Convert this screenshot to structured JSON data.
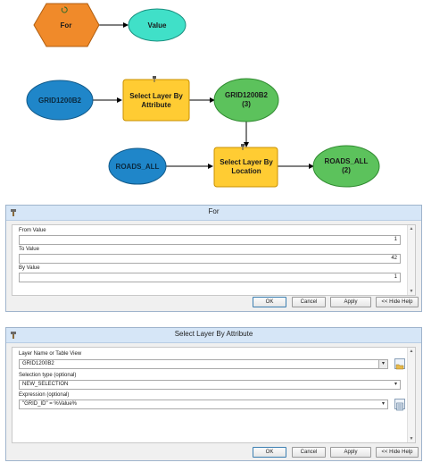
{
  "diagram": {
    "colors": {
      "tool_fill": "#FFCC33",
      "tool_stroke": "#C89000",
      "iterator_fill": "#F08A2A",
      "input_fill": "#1F86C9",
      "derived_fill": "#5CC25C",
      "value_fill": "#40E0C8",
      "connector": "#000000"
    },
    "nodes": {
      "for": {
        "label": "For"
      },
      "value": {
        "label": "Value"
      },
      "grid_input": {
        "label": "GRID1200B2"
      },
      "select_attr": {
        "line1": "Select Layer By",
        "line2": "Attribute"
      },
      "grid_output": {
        "line1": "GRID1200B2",
        "line2": "(3)"
      },
      "roads_input": {
        "label": "ROADS_ALL"
      },
      "select_loc": {
        "line1": "Select Layer By",
        "line2": "Location"
      },
      "roads_output": {
        "line1": "ROADS_ALL",
        "line2": "(2)"
      }
    }
  },
  "for_dialog": {
    "title": "For",
    "icon": "hammer-icon",
    "fields": [
      {
        "label": "From Value",
        "value": "1"
      },
      {
        "label": "To Value",
        "value": "42"
      },
      {
        "label": "By Value",
        "value": "1"
      }
    ],
    "buttons": {
      "ok": "OK",
      "cancel": "Cancel",
      "apply": "Apply",
      "help": "<< Hide Help"
    }
  },
  "select_dialog": {
    "title": "Select Layer By Attribute",
    "icon": "hammer-icon",
    "layer_label": "Layer Name or Table View",
    "layer_value": "GRID1200B2",
    "selection_label": "Selection type (optional)",
    "selection_value": "NEW_SELECTION",
    "expression_label": "Expression (optional)",
    "expression_value": "\"GRID_ID\" = %Value%",
    "buttons": {
      "ok": "OK",
      "cancel": "Cancel",
      "apply": "Apply",
      "help": "<< Hide Help"
    }
  }
}
